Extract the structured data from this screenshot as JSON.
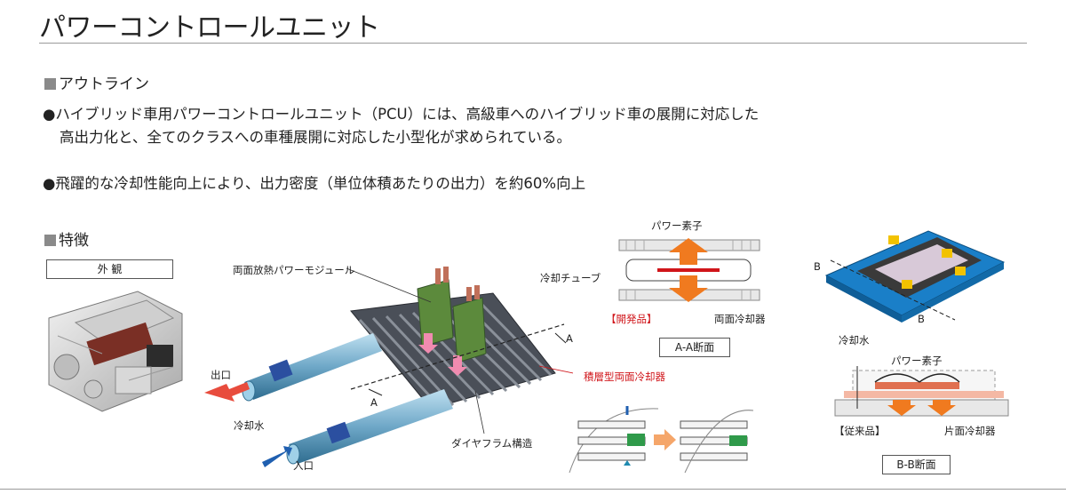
{
  "title": "パワーコントロールユニット",
  "outline": {
    "heading": "アウトライン",
    "bullets": [
      {
        "line1": "●ハイブリッド車用パワーコントロールユニット（PCU）には、高級車へのハイブリッド車の展開に対応した",
        "line2": "高出力化と、全てのクラスへの車種展開に対応した小型化が求められている。"
      },
      {
        "line1": "●飛躍的な冷却性能向上により、出力密度（単位体積あたりの出力）を約60%向上",
        "line2": ""
      }
    ]
  },
  "features": {
    "heading": "特徴",
    "exterior_label": "外 観",
    "cooler_diagram": {
      "module_label": "両面放熱パワーモジュール",
      "outlet_label": "出口",
      "coolant_label": "冷却水",
      "inlet_label": "入口",
      "stacked_cooler_label": "積層型両面冷却器",
      "diaphragm_label": "ダイヤフラム構造",
      "section_mark": "A"
    },
    "aa_section": {
      "power_element_label": "パワー素子",
      "cooling_tube_label": "冷却チューブ",
      "developed_label": "【開発品】",
      "double_sided_label": "両面冷却器",
      "caption": "A-A断面"
    },
    "bb_section": {
      "section_mark": "B",
      "coolant_label": "冷却水",
      "power_element_label": "パワー素子",
      "conventional_label": "【従来品】",
      "single_sided_label": "片面冷却器",
      "caption": "B-B断面"
    }
  },
  "colors": {
    "accent_red": "#d0151a",
    "arrow_orange": "#f07a1f",
    "board_green": "#5c8a3c",
    "pipe_blue": "#6fa8c8",
    "dark_blue": "#1f5fb0",
    "section_gray": "#8a8a8a"
  }
}
